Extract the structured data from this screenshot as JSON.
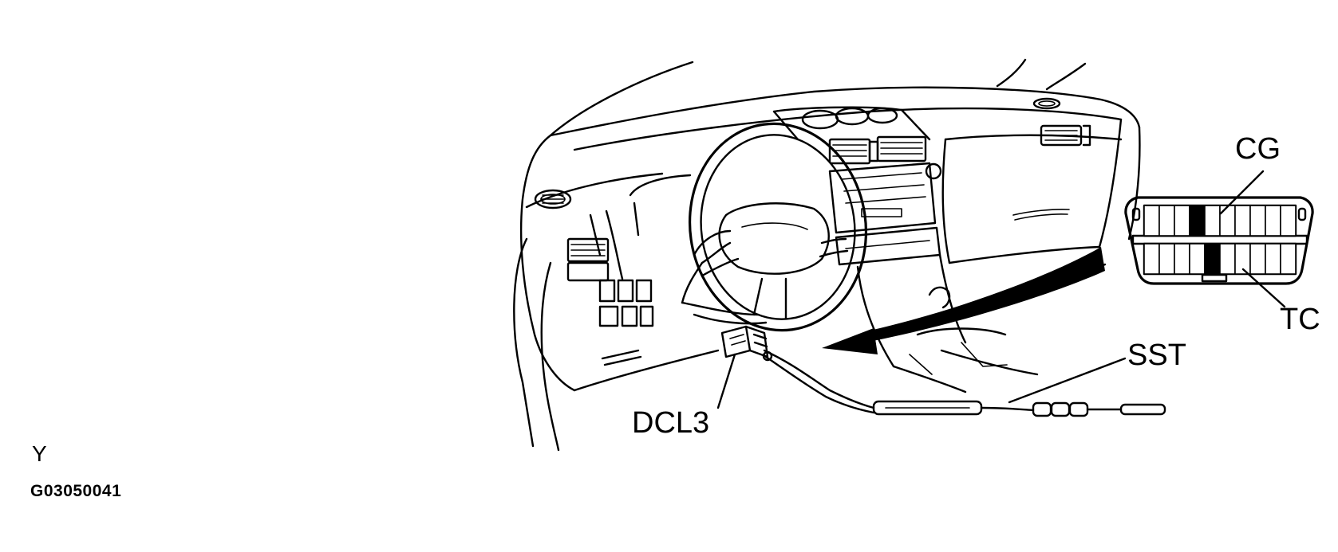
{
  "labels": {
    "cg": "CG",
    "tc": "TC",
    "sst": "SST",
    "dcl3": "DCL3",
    "orientation": "Y",
    "figure_code": "G03050041"
  },
  "connector_pins": {
    "top_row_count": 10,
    "bottom_row_count": 10,
    "highlighted_top_pin": 4,
    "highlighted_bottom_pin": 5
  }
}
